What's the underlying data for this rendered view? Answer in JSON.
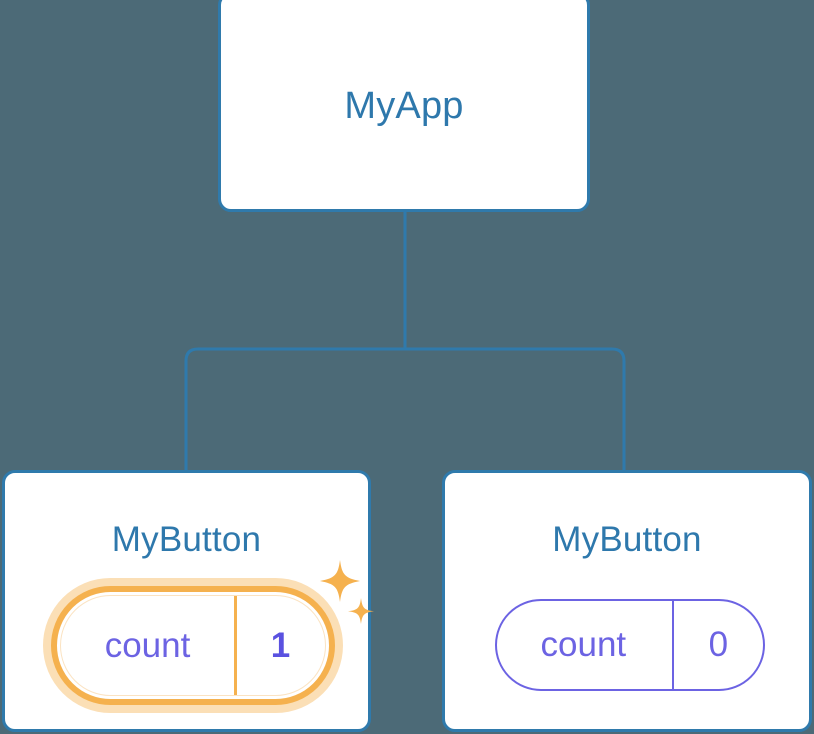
{
  "diagram": {
    "type": "component-tree",
    "background_color": "#4c6a77",
    "node_border_color": "#2f7aac",
    "title_color": "#2e78ac",
    "state_color": "#6c63e3",
    "highlight_color": "#f5b14e",
    "highlight_glow_color": "#fbdfb6",
    "root": {
      "label": "MyApp"
    },
    "children": [
      {
        "label": "MyButton",
        "state": {
          "key": "count",
          "value": "1"
        },
        "highlighted": true,
        "sparkle_large": "sparkle-icon",
        "sparkle_small": "sparkle-icon"
      },
      {
        "label": "MyButton",
        "state": {
          "key": "count",
          "value": "0"
        },
        "highlighted": false
      }
    ]
  }
}
